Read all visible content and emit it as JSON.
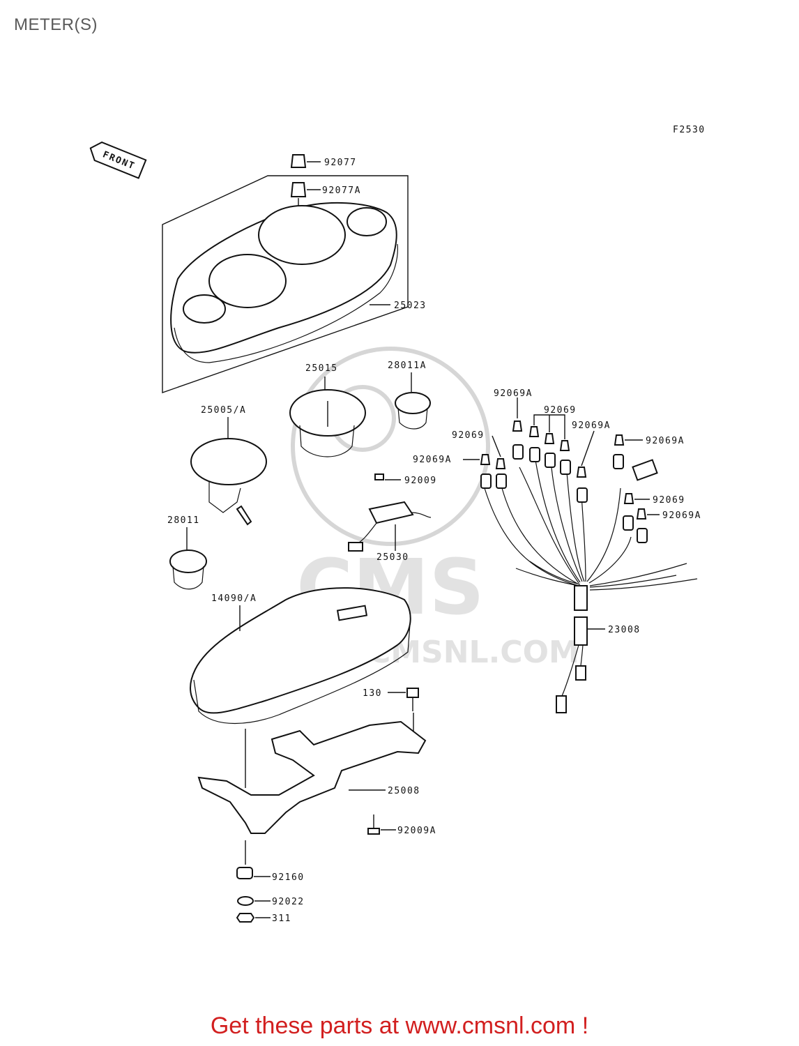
{
  "title": "METER(S)",
  "figure_code": "F2530",
  "front_arrow_label": "FRONT",
  "watermark": {
    "logo_text": "CMS",
    "url_text": "WWW.CMSNL.COM"
  },
  "part_labels": {
    "p92077": "92077",
    "p92077A": "92077A",
    "p25023": "25023",
    "p25015": "25015",
    "p28011A": "28011A",
    "p25005A": "25005/A",
    "p28011": "28011",
    "p92009": "92009",
    "p25030": "25030",
    "p14090A": "14090/A",
    "p130": "130",
    "p25008": "25008",
    "p92009A": "92009A",
    "p92160": "92160",
    "p92022": "92022",
    "p311": "311",
    "p23008": "23008",
    "p92069A_1": "92069A",
    "p92069_1": "92069",
    "p92069A_2": "92069A",
    "p92069_2": "92069",
    "p92069A_3": "92069A",
    "p92069A_4": "92069A",
    "p92069_3": "92069",
    "p92069A_5": "92069A"
  },
  "footer": {
    "text": "Get these parts at www.cmsnl.com !",
    "color": "#d21f1f"
  },
  "colors": {
    "line": "#111111",
    "watermark": "#d6d6d6",
    "title": "#5a5a5a"
  }
}
